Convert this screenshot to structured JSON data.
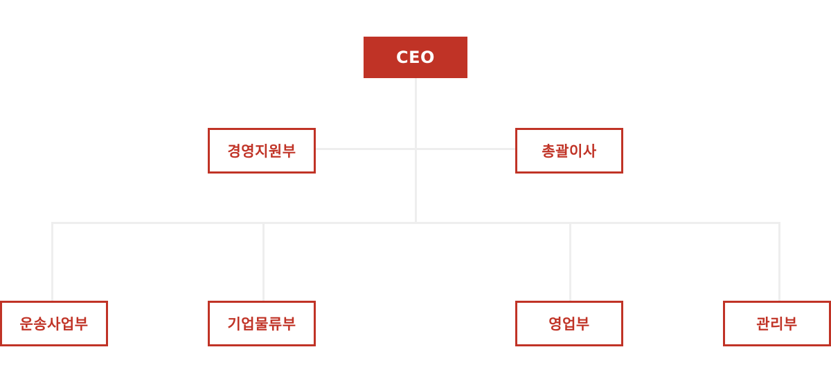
{
  "org_chart": {
    "accent_color": "#c03326",
    "line_color": "#eeeeee",
    "ceo": {
      "label": "CEO"
    },
    "level1": [
      {
        "label": "경영지원부"
      },
      {
        "label": "총괄이사"
      }
    ],
    "level2": [
      {
        "label": "운송사업부"
      },
      {
        "label": "기업물류부"
      },
      {
        "label": "영업부"
      },
      {
        "label": "관리부"
      }
    ]
  }
}
